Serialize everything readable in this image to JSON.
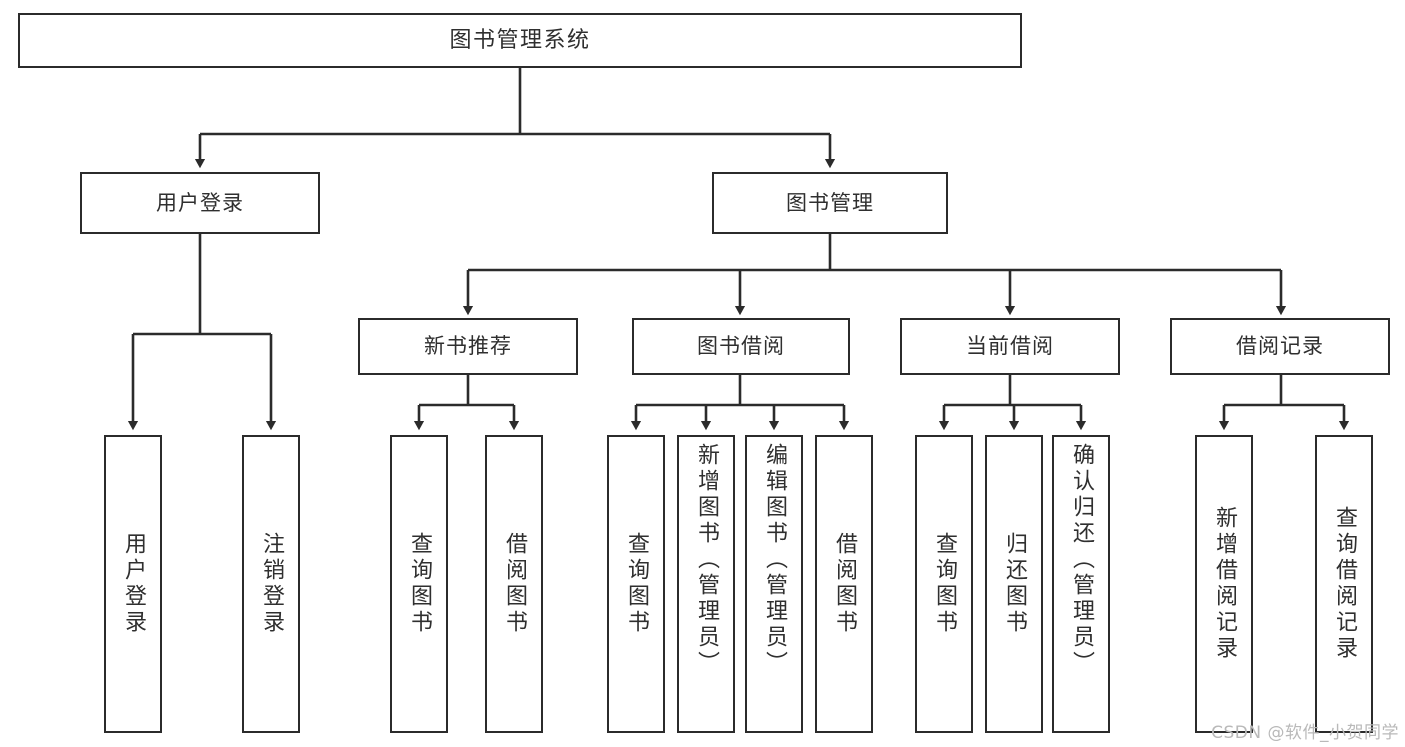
{
  "diagram": {
    "type": "tree",
    "title": "图书管理系统",
    "root": {
      "label": "图书管理系统"
    },
    "level2": [
      {
        "label": "用户登录"
      },
      {
        "label": "图书管理"
      }
    ],
    "level3": [
      {
        "label": "新书推荐"
      },
      {
        "label": "图书借阅"
      },
      {
        "label": "当前借阅"
      },
      {
        "label": "借阅记录"
      }
    ],
    "leaves": {
      "user_login": [
        {
          "label": "用户登录"
        },
        {
          "label": "注销登录"
        }
      ],
      "new_book_recommend": [
        {
          "label": "查询图书"
        },
        {
          "label": "借阅图书"
        }
      ],
      "book_borrow": [
        {
          "label": "查询图书"
        },
        {
          "label": "新增图书（管理员）"
        },
        {
          "label": "编辑图书（管理员）"
        },
        {
          "label": "借阅图书"
        }
      ],
      "current_borrow": [
        {
          "label": "查询图书"
        },
        {
          "label": "归还图书"
        },
        {
          "label": "确认归还（管理员）"
        }
      ],
      "borrow_record": [
        {
          "label": "新增借阅记录"
        },
        {
          "label": "查询借阅记录"
        }
      ]
    }
  },
  "watermark": {
    "text": "CSDN @软件_小贺同学"
  },
  "colors": {
    "border": "#2b2b2b",
    "text": "#2f2f2f",
    "background": "#ffffff",
    "connector": "#2b2b2b",
    "watermark": "#b9b9b9"
  }
}
